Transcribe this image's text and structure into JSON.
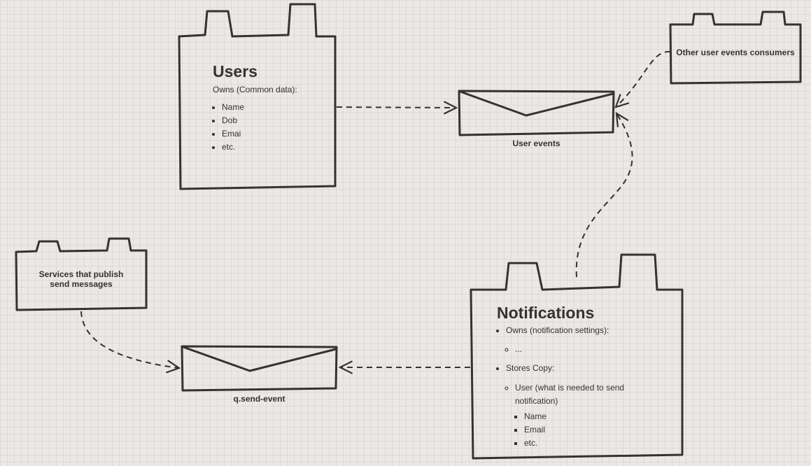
{
  "users": {
    "title": "Users",
    "subtitle": "Owns (Common data):",
    "items": [
      "Name",
      "Dob",
      "Emai",
      "etc."
    ]
  },
  "user_events": {
    "label": "User events"
  },
  "other_consumers": {
    "label": "Other user events consumers"
  },
  "publishers": {
    "line1": "Services that publish",
    "line2": "send messages"
  },
  "send_event": {
    "label": "q.send-event"
  },
  "notifications": {
    "title": "Notifications",
    "owns": "Owns (notification settings):",
    "owns_sub": "...",
    "stores": "Stores Copy:",
    "user_line1": "User (what is needed to send",
    "user_line2": "notification)",
    "fields": [
      "Name",
      "Email",
      "etc."
    ]
  }
}
